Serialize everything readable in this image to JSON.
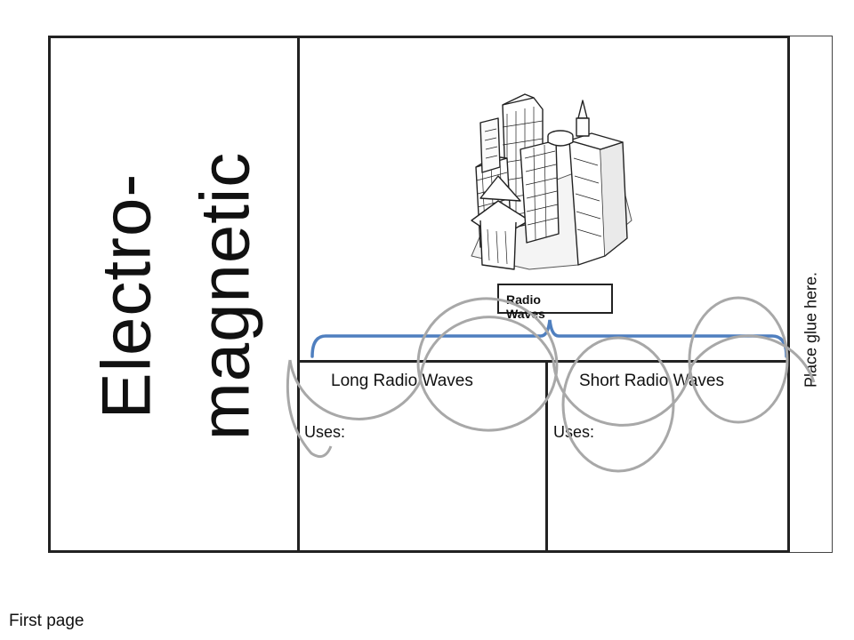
{
  "title": {
    "line1": "Electro-",
    "line2": "magnetic"
  },
  "glue_strip": {
    "text": "Place glue here."
  },
  "illustration": {
    "icon": "city-buildings-illustration",
    "label": "Radio Waves"
  },
  "columns": [
    {
      "heading": "Long Radio Waves",
      "uses_label": "Uses:"
    },
    {
      "heading": "Short Radio Waves",
      "uses_label": "Uses:"
    }
  ],
  "footer": {
    "page_label": "First page"
  },
  "colors": {
    "bracket": "#4f7fbf",
    "wave": "#a8a8a8",
    "border": "#222222"
  }
}
